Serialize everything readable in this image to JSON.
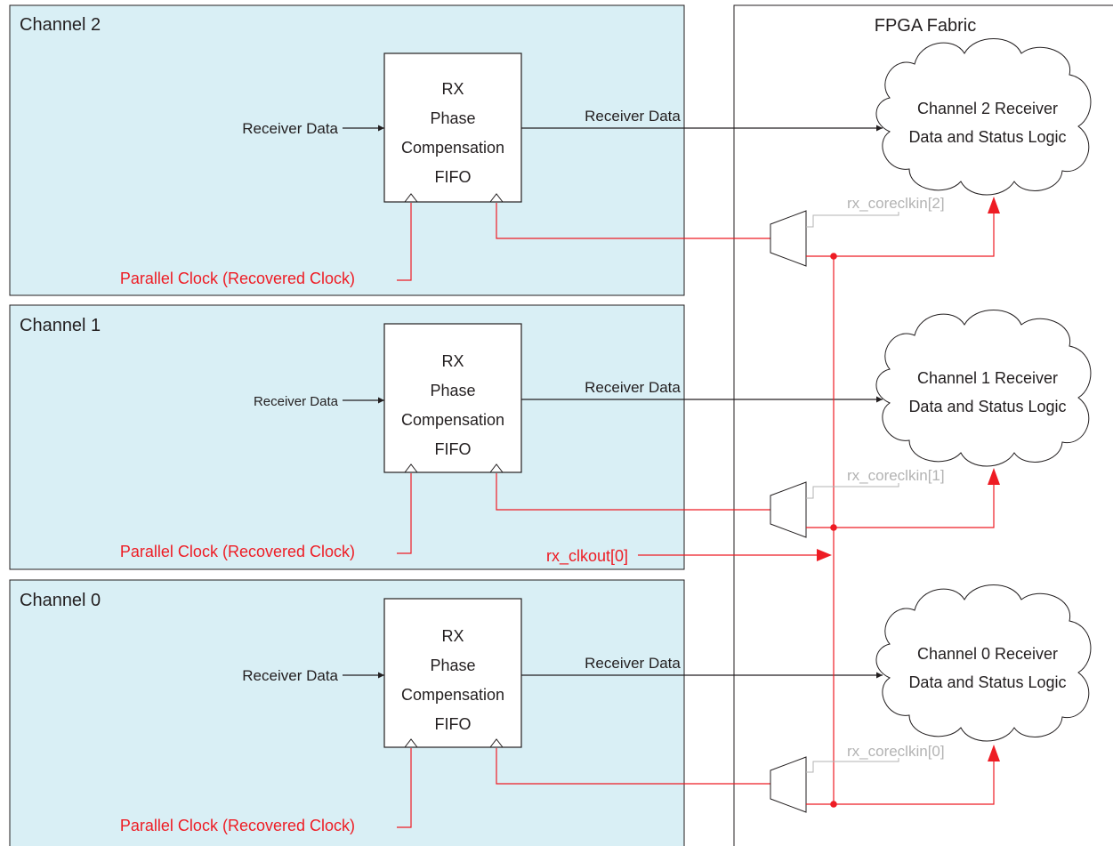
{
  "fabric": {
    "title": "FPGA Fabric"
  },
  "channels": [
    {
      "id": "ch2",
      "title": "Channel 2",
      "rx_in_label": "Receiver Data",
      "fifo_lines": [
        "RX",
        "Phase",
        "Compensation",
        "FIFO"
      ],
      "rx_out_label": "Receiver Data",
      "parallel_clock_label": "Parallel Clock (Recovered Clock)",
      "coreclk_label": "rx_coreclkin[2]",
      "logic_lines": [
        "Channel 2 Receiver",
        "Data and Status Logic"
      ]
    },
    {
      "id": "ch1",
      "title": "Channel 1",
      "rx_in_label": "Receiver Data",
      "fifo_lines": [
        "RX",
        "Phase",
        "Compensation",
        "FIFO"
      ],
      "rx_out_label": "Receiver Data",
      "parallel_clock_label": "Parallel Clock (Recovered Clock)",
      "coreclk_label": "rx_coreclkin[1]",
      "logic_lines": [
        "Channel 1 Receiver",
        "Data and Status Logic"
      ]
    },
    {
      "id": "ch0",
      "title": "Channel 0",
      "rx_in_label": "Receiver Data",
      "fifo_lines": [
        "RX",
        "Phase",
        "Compensation",
        "FIFO"
      ],
      "rx_out_label": "Receiver Data",
      "parallel_clock_label": "Parallel Clock (Recovered Clock)",
      "coreclk_label": "rx_coreclkin[0]",
      "logic_lines": [
        "Channel 0 Receiver",
        "Data and Status Logic"
      ]
    }
  ],
  "clkout_label": "rx_clkout[0]",
  "colors": {
    "channel_fill": "#d9eff5",
    "clock_red": "#ee1c24",
    "gray_label": "#b3b3b3",
    "line": "#231f20"
  }
}
